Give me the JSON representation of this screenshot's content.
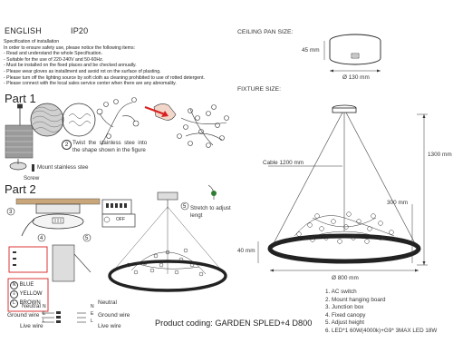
{
  "header": {
    "language": "ENGLISH",
    "ip_rating": "IP20",
    "ceiling_pan_title": "CEILING PAN  SIZE:",
    "fixture_title": "FIXTURE SIZE:"
  },
  "specification": [
    "Specification of installation",
    "In order to ensure safety use, please notice the following items:",
    "- Read and understand the whole Specification.",
    "- Suitable for the use of 220-240V and 50-60Hz.",
    "- Must be installed on the fixed places and be checked annually.",
    "- Please wear gloves as installment and avoid rot on the surface of plasting.",
    "- Please turn off the lighting source by soft cloth as cleaning prohibited to use of rotted detergent.",
    "- Please connect with the local sales service center when there are any abnomality."
  ],
  "part1": {
    "title": "Part 1",
    "step2": "Twist  the  stainless  stee  into\nthe shape shown in the figure",
    "step2_num": "2",
    "step1_num": "1",
    "step1": "Mount stainless stee",
    "screw": "Screw"
  },
  "part2": {
    "title": "Part 2",
    "num3": "3",
    "num4": "4",
    "num5": "5",
    "off_label": "OFF",
    "stretch": "Stretch to adjust\nlengt",
    "wires": [
      {
        "code": "N",
        "label": "BLUE"
      },
      {
        "code": "⏚",
        "label": "YELLOW"
      },
      {
        "code": "L",
        "label": "BROWN"
      }
    ],
    "wiring_left": {
      "neutral": "Neutral",
      "ground": "Ground wire",
      "live": "Live wire",
      "n": "N",
      "e": "E",
      "l": "L"
    },
    "wiring_right": {
      "neutral": "Neutral",
      "ground": "Ground wire",
      "live": "Live wire",
      "n": "N",
      "e": "E",
      "l": "L"
    }
  },
  "ceiling_pan": {
    "height": "45 mm",
    "diameter": "Ø 130 mm"
  },
  "fixture": {
    "cable": "Cable 1200 mm",
    "total_height": "1300 mm",
    "inner_height": "300 mm",
    "ring_height": "40 mm",
    "diameter": "Ø 800 mm"
  },
  "legend": [
    "1. AC switch",
    "2. Mount hanging board",
    "3. Junction box",
    "4. Fixed canopy",
    "5. Adjust height",
    "6. LED*1 60W(4000k)+G9* 3MAX LED 18W"
  ],
  "product_coding": "Product coding: GARDEN SPLED+4 D800"
}
